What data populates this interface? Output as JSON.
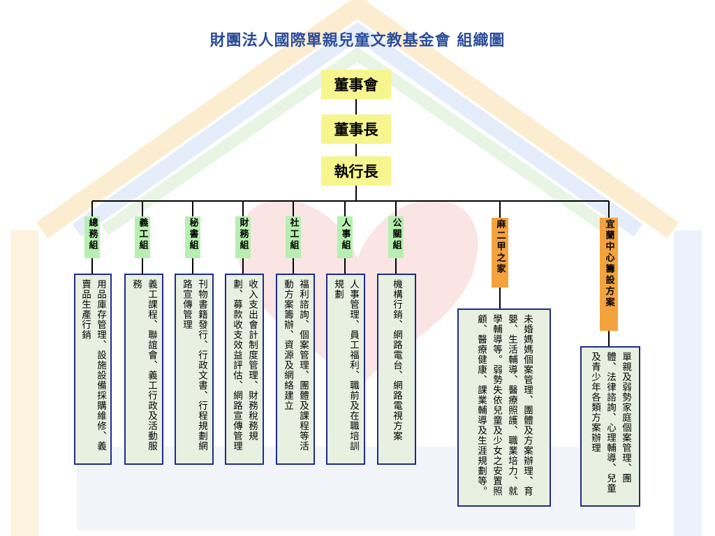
{
  "title": "財團法人國際單親兒童文教基金會 組織圖",
  "executives": [
    "董事會",
    "董事長",
    "執行長"
  ],
  "units": [
    {
      "name": "總務組",
      "highlight": "green",
      "duties": "用品庫存管理、設施設備採購維修、義賣品生產行銷"
    },
    {
      "name": "義工組",
      "highlight": "green",
      "duties": "義工課程、聯誼會、義工行政及活動服務"
    },
    {
      "name": "秘書組",
      "highlight": "green",
      "duties": "刊物書籍發行、行政文書、行程規劃網路宣傳管理"
    },
    {
      "name": "財務組",
      "highlight": "green",
      "duties": "收入支出會計制度管理、財務稅務規劃、募款收支效益評估、網路宣傳管理"
    },
    {
      "name": "社工組",
      "highlight": "green",
      "duties": "福利諮詢、個案管理、團體及課程等活動方案籌辦、資源及網絡建立"
    },
    {
      "name": "人事組",
      "highlight": "green",
      "duties": "人事管理、員工福利、職前及在職培訓規劃"
    },
    {
      "name": "公關組",
      "highlight": "green",
      "duties": "機構行銷、網路電台、網路電視方案"
    },
    {
      "name": "麻二甲之家",
      "highlight": "orange",
      "duties": "未婚媽媽個案管理、團體及方案辦理、育嬰、生活輔導、醫療照護、職業培力、就學輔導等。弱勢失依兒童及少女之安置照顧、醫療健康、課業輔導及生涯規劃等。"
    },
    {
      "name": "宜蘭中心籌設方案",
      "highlight": "orange",
      "duties": "單親及弱勢家庭個案管理、團體、法律諮詢、心理輔導、兒童及青少年各類方案辦理"
    }
  ],
  "colors": {
    "title": "#2b4c9a",
    "exec_box": "#f7f58e",
    "unit_green": "#b6f0b0",
    "unit_orange": "#f4a23c",
    "duty_border": "#1f2a8c",
    "duty_fill": "#e8f1e1"
  }
}
